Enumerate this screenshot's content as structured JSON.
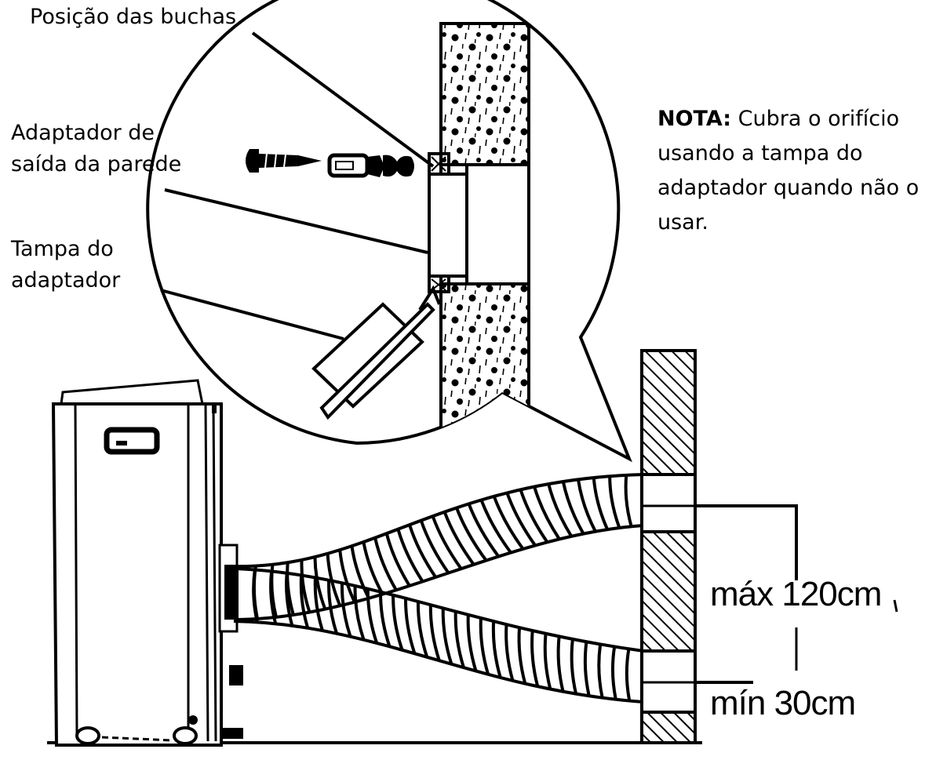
{
  "labels": {
    "buchas": "Posição das buchas",
    "adaptador_line1": "Adaptador de",
    "adaptador_line2": "saída da parede",
    "tampa_line1": "Tampa do",
    "tampa_line2": "adaptador"
  },
  "note": {
    "prefix": "NOTA:",
    "line1": " Cubra o orifício",
    "line2": "usando a tampa do",
    "line3": "adaptador quando não o",
    "line4": "usar."
  },
  "dimensions": {
    "max": "máx 120cm",
    "min": "mín 30cm"
  },
  "icons": [
    "screw-icon",
    "wall-plug-icon"
  ]
}
